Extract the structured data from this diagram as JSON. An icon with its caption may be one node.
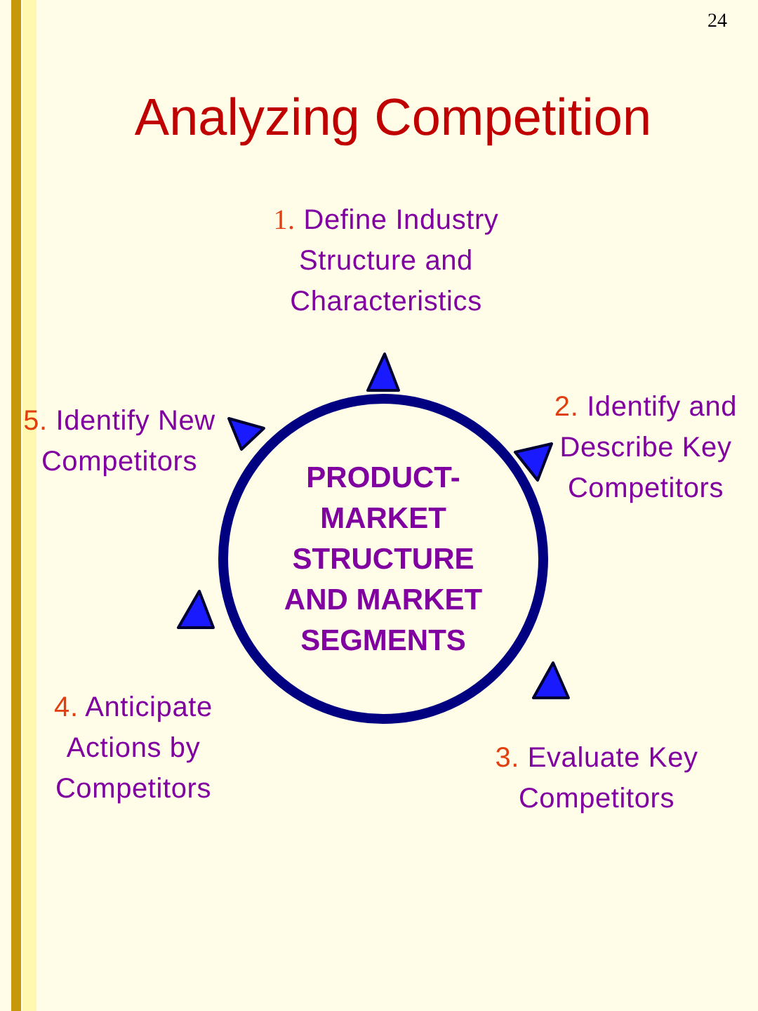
{
  "diagram": {
    "title": "Analyzing Competition",
    "nodes": [
      {
        "text": [
          "PRODUCT-MARKET STRUCTURE AND MARKET SEGMENTS"
        ]
      }
    ],
    "labels": [
      "24",
      "1.",
      "Define Industry Structure and Characteristics",
      "5.",
      "Identify New Competitors",
      "2.",
      "Identify and Describe Key Competitors",
      "4.",
      "Anticipate Actions by Competitors",
      "3.",
      "Evaluate Key Competitors"
    ]
  }
}
